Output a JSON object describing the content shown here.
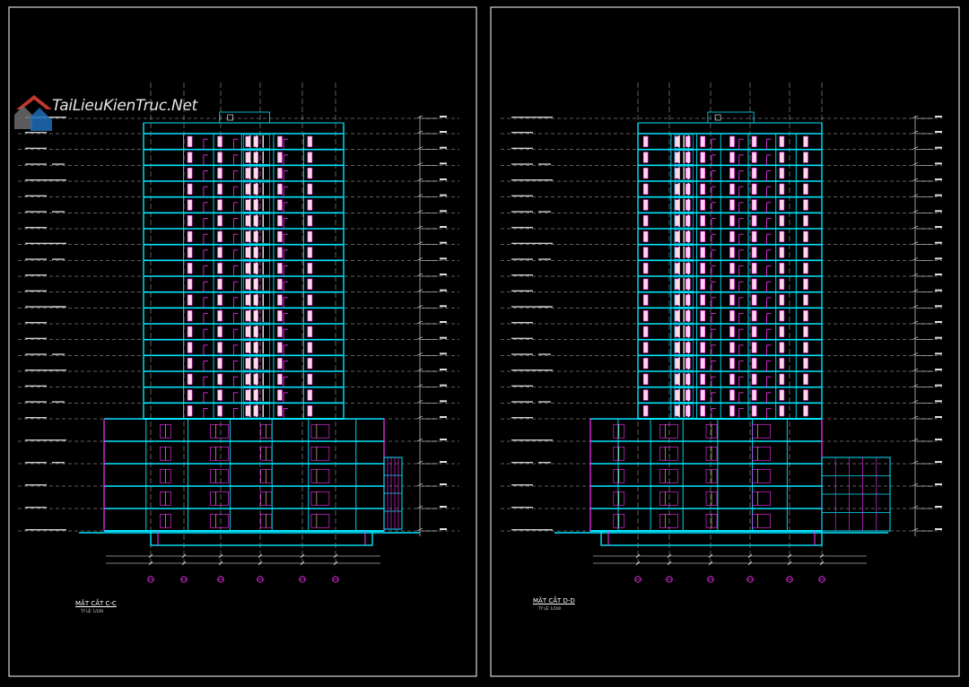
{
  "watermark": {
    "text": "TaiLieuKienTruc.Net",
    "logo_icon": "house-logo-icon"
  },
  "sheets": [
    {
      "title": "MẶT CẮT C-C",
      "scale": "TỶ LỆ: 1/100",
      "tower_floors": 18,
      "podium_floors": 5
    },
    {
      "title": "MẶT CẮT D-D",
      "scale": "TỶ LỆ: 1/100",
      "tower_floors": 18,
      "podium_floors": 5
    }
  ],
  "colors": {
    "background": "#000000",
    "frame": "#ffffff",
    "structure": "#00e6ff",
    "openings": "#ff33ff",
    "fill": "#ffd8e8",
    "grid": "#bbbbbb",
    "dimension": "#ffffff",
    "axis": "#ff33ff"
  }
}
